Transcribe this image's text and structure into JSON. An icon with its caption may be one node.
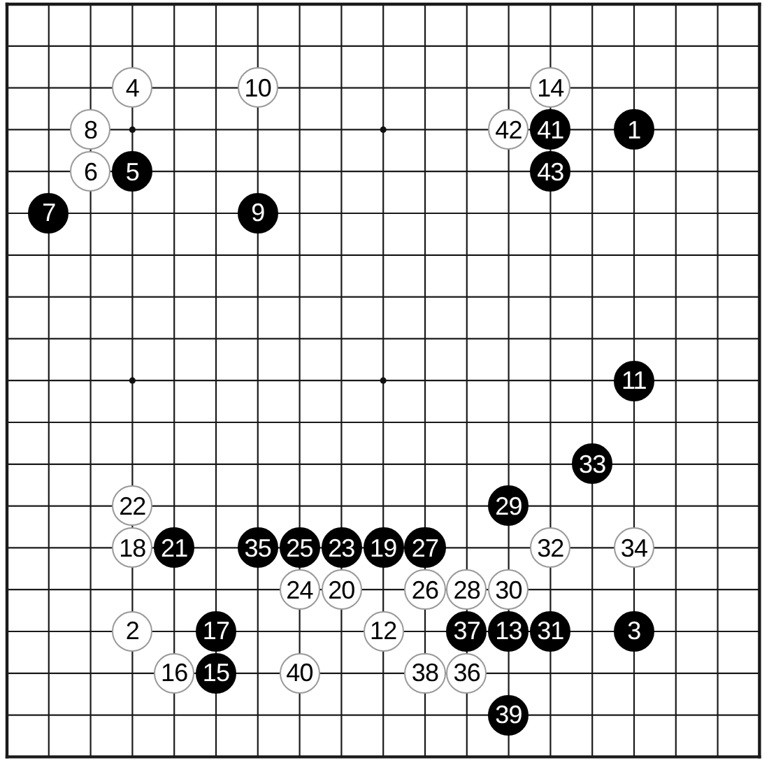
{
  "diagram": {
    "nodes": [
      {
        "text": [
          "4"
        ]
      },
      {
        "text": [
          "10"
        ]
      },
      {
        "text": [
          "14"
        ]
      },
      {
        "text": [
          "8"
        ]
      },
      {
        "text": [
          "42"
        ]
      },
      {
        "text": [
          "41"
        ]
      },
      {
        "text": [
          "1"
        ]
      },
      {
        "text": [
          "6"
        ]
      },
      {
        "text": [
          "5"
        ]
      },
      {
        "text": [
          "43"
        ]
      },
      {
        "text": [
          "7"
        ]
      },
      {
        "text": [
          "9"
        ]
      },
      {
        "text": [
          "11"
        ]
      },
      {
        "text": [
          "33"
        ]
      },
      {
        "text": [
          "22"
        ]
      },
      {
        "text": [
          "29"
        ]
      },
      {
        "text": [
          "18"
        ]
      },
      {
        "text": [
          "21"
        ]
      },
      {
        "text": [
          "35"
        ]
      },
      {
        "text": [
          "25"
        ]
      },
      {
        "text": [
          "23"
        ]
      },
      {
        "text": [
          "19"
        ]
      },
      {
        "text": [
          "27"
        ]
      },
      {
        "text": [
          "32"
        ]
      },
      {
        "text": [
          "34"
        ]
      },
      {
        "text": [
          "24"
        ]
      },
      {
        "text": [
          "20"
        ]
      },
      {
        "text": [
          "26"
        ]
      },
      {
        "text": [
          "28"
        ]
      },
      {
        "text": [
          "30"
        ]
      },
      {
        "text": [
          "2"
        ]
      },
      {
        "text": [
          "17"
        ]
      },
      {
        "text": [
          "12"
        ]
      },
      {
        "text": [
          "37"
        ]
      },
      {
        "text": [
          "13"
        ]
      },
      {
        "text": [
          "31"
        ]
      },
      {
        "text": [
          "3"
        ]
      },
      {
        "text": [
          "16"
        ]
      },
      {
        "text": [
          "15"
        ]
      },
      {
        "text": [
          "40"
        ]
      },
      {
        "text": [
          "38"
        ]
      },
      {
        "text": [
          "36"
        ]
      },
      {
        "text": [
          "39"
        ]
      }
    ]
  }
}
